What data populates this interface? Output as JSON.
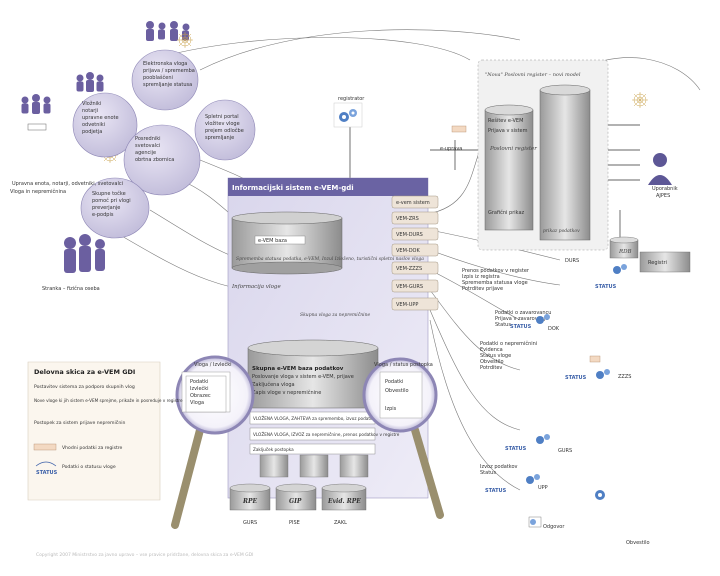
{
  "center": {
    "title": "Informacijski sistem e-VEM-gdi",
    "db_top_label": "e-VEM baza",
    "db_desc": "Sprememba statusa podatka, e-VEM, Inzul Izloženo, turistični spletni naslov vloga",
    "db_bottom_label": "Informacija vloge",
    "middle_note": "Skupna vloga za nepremičnine",
    "big_db_title": "Skupna e-VEM baza podatkov",
    "big_db_line1": "Poslovanje vloga v sistem e-VEM, prijave",
    "big_db_line2": "Zaključena vloga",
    "big_db_line3": "Zapis vloge v nepremičnine",
    "sub_box1": "VLOŽENA VLOGA, ZAHTEVA za spremembo, izvoz podatkov v registre",
    "sub_box2": "VLOŽENA VLOGA, IZVOZ za nepremičnine, prenos podatkov v registre",
    "sub_box3": "Zaključek postopka"
  },
  "tabs": [
    "e-vem sistem",
    "VEM-ZRS",
    "VEM-DURS",
    "VEM-DOK",
    "VEM-ZZZS",
    "VEM-GURS",
    "VEM-UPP"
  ],
  "notes": {
    "right_top_title": "\"Nova\" Poslovni register – novi model",
    "right_sub": "Rešitev e-VEM",
    "right_sub2": "Prijava v sistem",
    "right_db_label": "Poslovni register",
    "right_gp": "Grafični prikaz",
    "right_pp": "prikaz podatkov",
    "user_label": "Uporabnik",
    "user_sub": "AJPES",
    "odgovor": "Odgovor",
    "registrator": "registrator",
    "registri": "Registri",
    "e_uprava": "e-uprava",
    "rdb_label": "RDB",
    "durs_label": "DURS",
    "zzzs_label": "ZZZS",
    "gurs_label": "GURS",
    "upp_label": "UPP",
    "dok_label": "DOK",
    "lens_left": "Vloga / Izvlečki",
    "lens_right": "Vloga / status postopka",
    "doc_left": [
      "Podatki",
      "Izvlečki",
      "Obrazec",
      "Vloga"
    ],
    "doc_right": [
      "Podatki",
      "Obvestilo",
      "Izpis"
    ],
    "bottom_db1": "RPE",
    "bottom_db1_sub": "GURS",
    "bottom_db2": "GIP",
    "bottom_db2_sub": "PISE",
    "bottom_db3": "Evid. RPE",
    "bottom_db3_sub": "ZAKL",
    "left_sign": "Vloga in nepremičnina",
    "left_client": "Stranka – fizična oseba",
    "left_notice_top": "Upravna enota, notarji, odvetniki, svetovalci",
    "right_bottom_label": "Obvestilo"
  },
  "bubbles": [
    [
      "Elektronska vloga",
      "prijava / sprememba",
      "pooblaščeni",
      "spremljanje statusa"
    ],
    [
      "Vložniki",
      "notarji",
      "upravne enote",
      "odvetniki",
      "podjetja"
    ],
    [
      "Spletni portal",
      "vložitev vloge",
      "prejem odločbe",
      "spremljanje"
    ],
    [
      "Posredniki",
      "svetovalci",
      "agencije",
      "obrtna zbornica"
    ],
    [
      "Skupne točke",
      "pomoč pri vlogi",
      "preverjanje",
      "e-podpis"
    ]
  ],
  "right_lists": [
    [
      "Prenos podatkov v register",
      "Izpis iz registra",
      "Sprememba statusa vloge",
      "Potrditev prijave"
    ],
    [
      "Podatki o zavarovancu",
      "Prijava v zavarovanje",
      "Status"
    ],
    [
      "Podatki o nepremičnini",
      "Evidenca",
      "Status vloge",
      "Obvestilo",
      "Potrditev"
    ],
    [
      "Izvoz podatkov",
      "Status"
    ]
  ],
  "status_label": "STATUS",
  "legend": {
    "title": "Delovna skica za e-VEM GDI",
    "line1": "Postavitev sistema za podporo skupnih vlog",
    "line2": "Nove vloge ki jih sistem e-VEM sprejme, prikaže in posreduje v registre",
    "line3": "Postopek za sistem prijave nepremičnin",
    "item1": "Vhodni podatki za registre",
    "item2": "Podatki o statusu vloge",
    "status_text": "STATUS"
  },
  "copyright": "Copyright 2007 Ministrstvo za javno upravo – vse pravice pridržane, delovna skica za e-VEM GDI"
}
